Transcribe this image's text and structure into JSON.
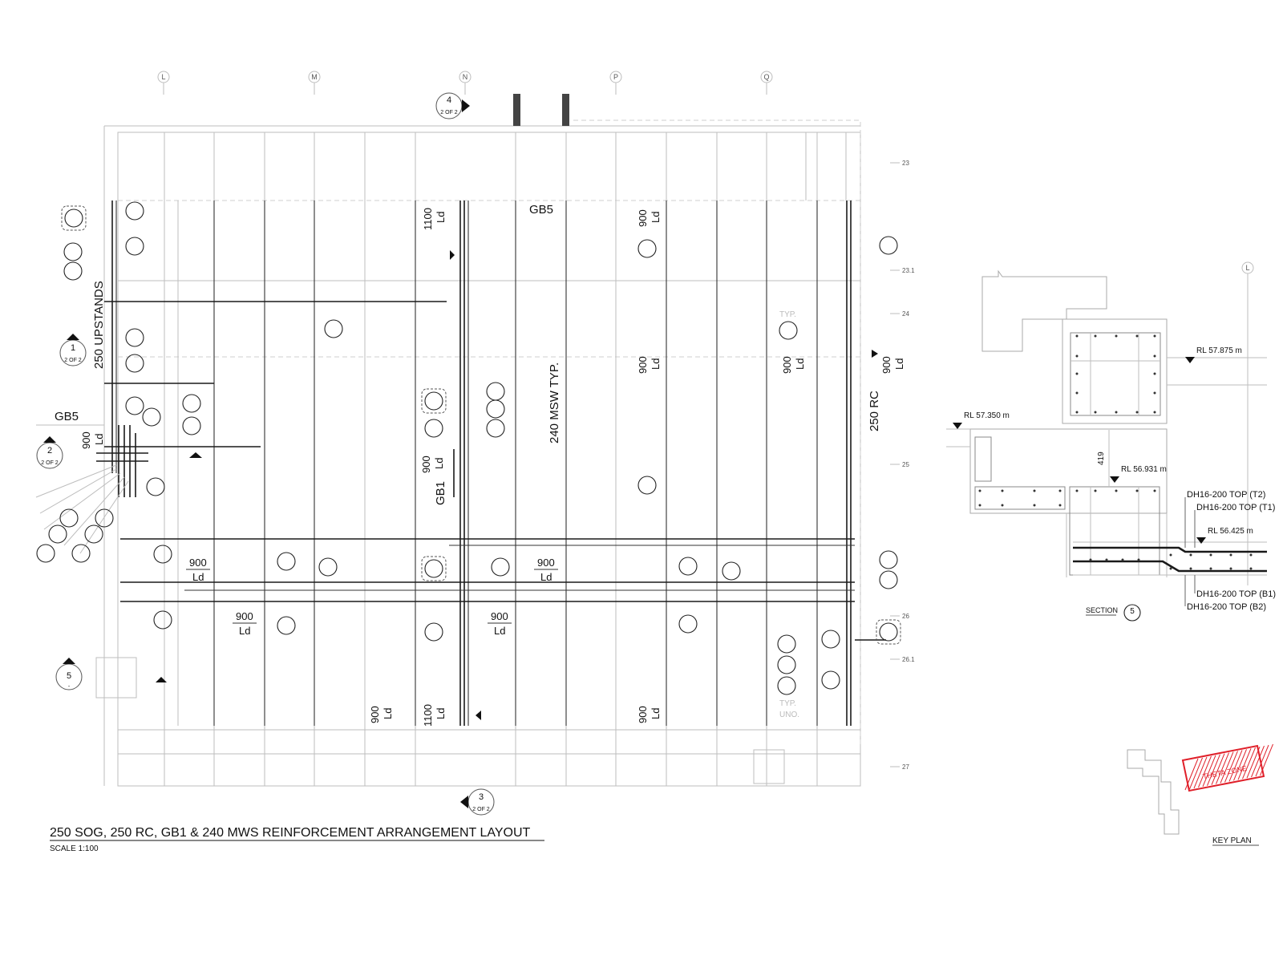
{
  "grid_lines": {
    "columns": [
      "L",
      "M",
      "N",
      "P",
      "Q"
    ],
    "rows": [
      "23",
      "23.1",
      "24",
      "25",
      "26",
      "26.1",
      "27"
    ]
  },
  "section_markers": [
    {
      "number": "4",
      "sheet": "2 OF 2"
    },
    {
      "number": "1",
      "sheet": "2 OF 2"
    },
    {
      "number": "2",
      "sheet": "2 OF 2"
    },
    {
      "number": "5",
      "sheet": "-"
    },
    {
      "number": "3",
      "sheet": "2 OF 2"
    }
  ],
  "plan_labels": {
    "upstands": "250 UPSTANDS",
    "gb5_top": "GB5",
    "gb5_left": "GB5",
    "msw": "240 MSW TYP.",
    "rc": "250 RC",
    "gb1": "GB1",
    "typ_top": "TYP.",
    "typ_bottom": "TYP.",
    "uno": "UNO."
  },
  "dimension_labels": {
    "v1100": "1100",
    "v900": "900",
    "h900": "900",
    "ld": "Ld"
  },
  "drawing_title": "250 SOG, 250 RC, GB1 & 240 MWS REINFORCEMENT ARRANGEMENT LAYOUT",
  "scale": "SCALE 1:100",
  "section": {
    "grid": "L",
    "rl_1": "RL 57.875 m",
    "rl_2": "RL 57.350 m",
    "rl_3": "RL 56.931 m",
    "rl_4": "RL 56.425 m",
    "dim": "419",
    "bar_t2": "DH16-200 TOP (T2)",
    "bar_t1": "DH16-200 TOP (T1)",
    "bar_b1": "DH16-200 TOP (B1)",
    "bar_b2": "DH16-200 TOP (B2)",
    "title": "SECTION",
    "number": "5"
  },
  "key_plan": {
    "title": "KEY PLAN",
    "zone": "THETA ZONE",
    "zone_color": "#e0202a"
  }
}
